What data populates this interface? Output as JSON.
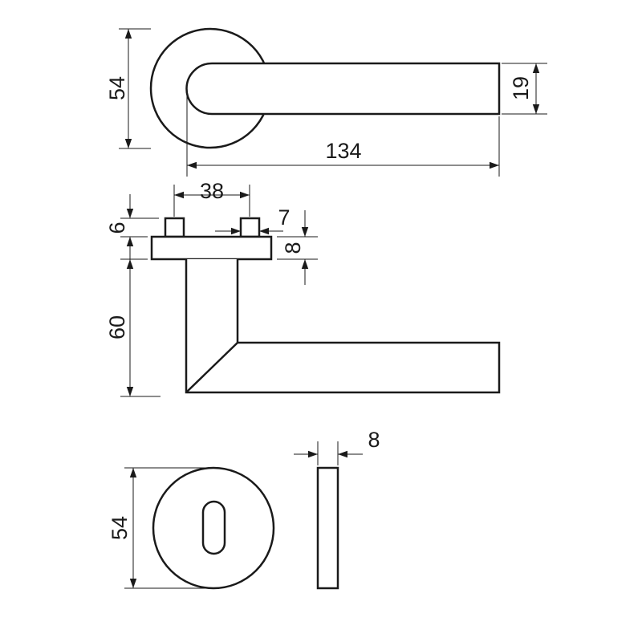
{
  "title": "Door handle on round rose – dimensioned drawing",
  "dimensions": {
    "rose_diameter_top": "54",
    "handle_thickness": "19",
    "handle_length": "134",
    "pin_spacing": "38",
    "pin_height": "6",
    "pin_width": "7",
    "rose_height": "8",
    "handle_projection": "60",
    "escutcheon_diameter": "54",
    "escutcheon_thickness": "8"
  },
  "colors": {
    "line": "#1a1a1a",
    "background": "#ffffff"
  }
}
